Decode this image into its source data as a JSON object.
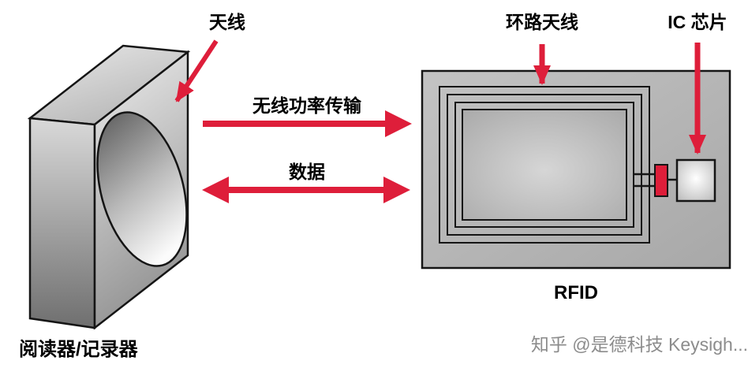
{
  "colors": {
    "arrow_red": "#de1e3a",
    "outline": "#151515",
    "tag_gray": "#b5b5b5",
    "watermark_gray": "#8c8c8c"
  },
  "labels": {
    "antenna": "天线",
    "wireless_power_transfer": "无线功率传输",
    "data": "数据",
    "loop_antenna": "环路天线",
    "ic_chip": "IC 芯片",
    "rfid": "RFID",
    "reader_writer": "阅读器/记录器"
  },
  "watermark": "知乎 @是德科技 Keysigh..."
}
